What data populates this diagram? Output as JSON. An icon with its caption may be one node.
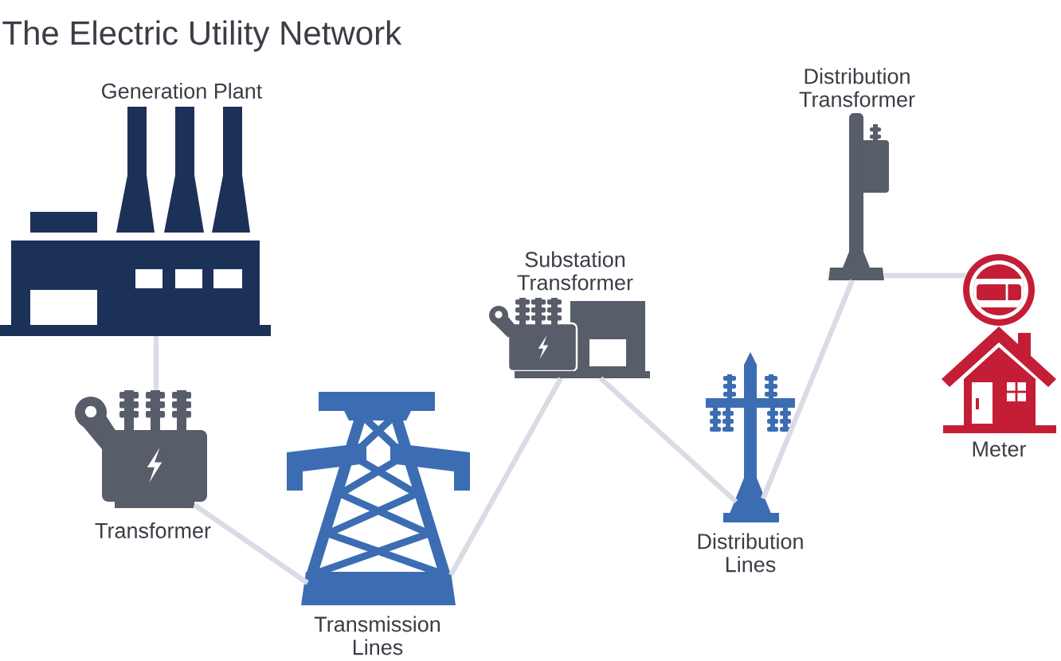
{
  "diagram": {
    "title": "The Electric Utility Network",
    "nodes": [
      {
        "text": [
          "Generation Plant"
        ]
      },
      {
        "text": [
          "Transformer"
        ]
      },
      {
        "text": [
          "Transmission Lines"
        ]
      },
      {
        "text": [
          "Substation Transformer"
        ]
      },
      {
        "text": [
          "Distribution Lines"
        ]
      },
      {
        "text": [
          "Distribution Transformer"
        ]
      },
      {
        "text": [
          "Meter"
        ]
      }
    ],
    "edges": [
      {
        "from": 0,
        "to": 1,
        "arrow": "none"
      },
      {
        "from": 1,
        "to": 2,
        "arrow": "none"
      },
      {
        "from": 2,
        "to": 3,
        "arrow": "none"
      },
      {
        "from": 3,
        "to": 4,
        "arrow": "none"
      },
      {
        "from": 4,
        "to": 5,
        "arrow": "none"
      },
      {
        "from": 5,
        "to": 6,
        "arrow": "none"
      }
    ]
  }
}
